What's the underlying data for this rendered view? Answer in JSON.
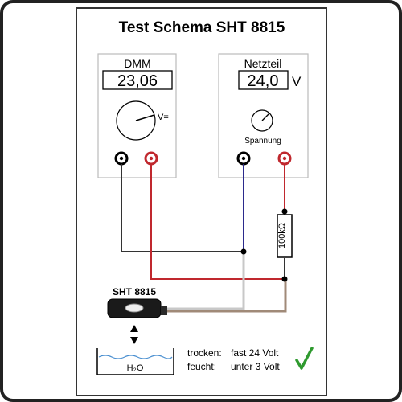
{
  "title": "Test Schema SHT 8815",
  "dmm": {
    "label": "DMM",
    "display_value": "23,06",
    "meter_unit": "V="
  },
  "power_supply": {
    "label": "Netzteil",
    "display_value": "24,0",
    "unit": "V",
    "knob_label": "Spannung"
  },
  "resistor": {
    "label": "100kΩ"
  },
  "sensor": {
    "label": "SHT 8815"
  },
  "water": {
    "label": "H₂O"
  },
  "results": {
    "dry_label": "trocken:",
    "dry_value": "fast 24 Volt",
    "wet_label": "feucht:",
    "wet_value": "unter 3 Volt"
  },
  "colors": {
    "wire_black": "#333333",
    "wire_red": "#c0282e",
    "wire_blue": "#2b2a8c",
    "wire_white": "#c8c8c8",
    "wire_brown": "#a08a78",
    "check": "#2f9a2f",
    "water_line": "#4a8fd0"
  }
}
